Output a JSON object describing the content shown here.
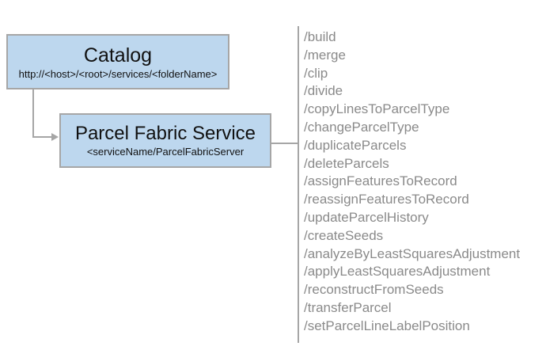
{
  "catalog": {
    "title": "Catalog",
    "url": "http://<host>/<root>/services/<folderName>"
  },
  "service": {
    "title": "Parcel Fabric Service",
    "subtitle": "<serviceName/ParcelFabricServer"
  },
  "endpoints": [
    "/build",
    "/merge",
    "/clip",
    "/divide",
    "/copyLinesToParcelType",
    "/changeParcelType",
    "/duplicateParcels",
    "/deleteParcels",
    "/assignFeaturesToRecord",
    "/reassignFeaturesToRecord",
    "/updateParcelHistory",
    "/createSeeds",
    "/analyzeByLeastSquaresAdjustment",
    "/applyLeastSquaresAdjustment",
    "/reconstructFromSeeds",
    "/transferParcel",
    "/setParcelLineLabelPosition"
  ],
  "colors": {
    "box_fill": "#bdd7ee",
    "box_border": "#a6a6a6",
    "connector": "#a6a6a6",
    "endpoint_text": "#8a8a8a",
    "title_text": "#111111"
  }
}
